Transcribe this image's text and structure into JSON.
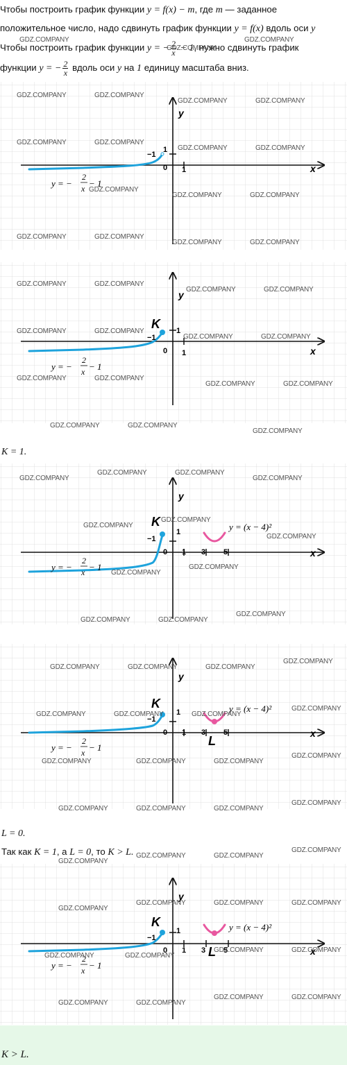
{
  "paragraph1": {
    "a": "Чтобы построить график функции ",
    "f1": "y = f(x) − m",
    "b": ", где ",
    "m": "m",
    "c": " — заданное",
    "d": "положительное число, надо сдвинуть график функции ",
    "f2": "y = f(x)",
    "e": " вдоль оси ",
    "y": "y"
  },
  "paragraph2": {
    "a": "Чтобы построить график функции ",
    "f_pre": "y = −",
    "num": "2",
    "den": "x",
    "f_post": " − 1",
    "b": ", нужно сдвинуть график",
    "c": "функции ",
    "g_pre": "y = −",
    "d": " вдоль оси ",
    "y": "y",
    "e": " на ",
    "one": "1",
    "f": " единицу масштаба вниз."
  },
  "labels": {
    "axis_x": "x",
    "axis_y": "y",
    "tick_neg1": "−1",
    "tick_0": "0",
    "tick_1": "1",
    "tick_3": "3",
    "tick_5": "5",
    "func1_pre": "y = −",
    "func1_num": "2",
    "func1_den": "x",
    "func1_post": " − 1",
    "func2": "y = (x − 4)²",
    "point_K": "K",
    "point_L": "L"
  },
  "statements": {
    "k_value": "K = 1.",
    "l_value": "L = 0.",
    "compare_a": "Так как ",
    "compare_k": "K = 1",
    "compare_b": ", а ",
    "compare_l": "L = 0",
    "compare_c": ", то ",
    "compare_r": "K > L.",
    "answer": "K > L."
  },
  "watermark": "GDZ.COMPANY",
  "colors": {
    "curve_blue": "#1ea3dc",
    "curve_pink": "#e8579f",
    "grid": "#d9d9d9",
    "axis": "#111111",
    "answer_bg": "#e6f8e8"
  }
}
